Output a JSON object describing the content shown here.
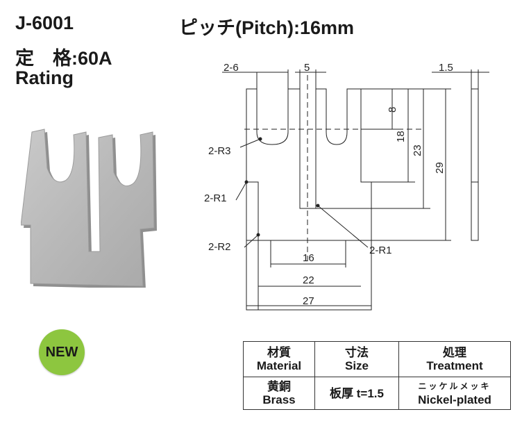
{
  "header": {
    "model": "J-6001",
    "rating_label_jp": "定　格:60A",
    "rating_label_en": "Rating",
    "pitch": "ピッチ(Pitch):16mm"
  },
  "badge": {
    "label": "NEW",
    "color": "#8dc63f"
  },
  "drawing": {
    "dims": {
      "top_left": "2-6",
      "top_center": "5",
      "top_right": "1.5",
      "v1": "8",
      "v2": "18",
      "v3": "23",
      "v4": "29",
      "r3": "2-R3",
      "r1_left": "2-R1",
      "r2": "2-R2",
      "r1_right": "2-R1",
      "w16": "16",
      "w22": "22",
      "w27": "27"
    }
  },
  "spec_table": {
    "headers": [
      {
        "jp": "材質",
        "en": "Material"
      },
      {
        "jp": "寸法",
        "en": "Size"
      },
      {
        "jp": "処理",
        "en": "Treatment"
      }
    ],
    "row": {
      "material_jp": "黄銅",
      "material_en": "Brass",
      "size": "板厚 t=1.5",
      "treatment_jp": "ニッケルメッキ",
      "treatment_en": "Nickel-plated"
    }
  }
}
